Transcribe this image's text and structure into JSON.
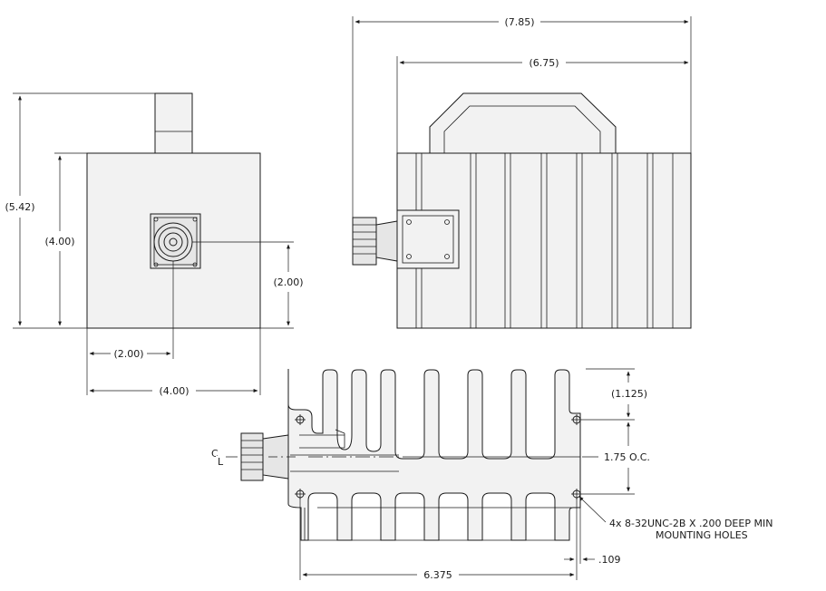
{
  "dimensions": {
    "front_view": {
      "total_height": "(5.42)",
      "body_height": "(4.00)",
      "connector_height": "(2.00)",
      "connector_offset": "(2.00)",
      "body_width": "(4.00)"
    },
    "side_view": {
      "overall_length": "(7.85)",
      "body_length": "(6.75)"
    },
    "bottom_view": {
      "hole_edge_offset": "(1.125)",
      "hole_spacing": "1.75 O.C.",
      "hole_pitch_length": "6.375",
      "hole_end_offset": ".109",
      "centerline_symbol": "C",
      "centerline_sub": "L",
      "hole_callout_line1": "4x  8-32UNC-2B  X  .200  DEEP MIN",
      "hole_callout_line2": "MOUNTING HOLES"
    }
  },
  "colors": {
    "line": "#1a1a1a",
    "body_fill": "#f2f2f2",
    "background": "#ffffff"
  }
}
